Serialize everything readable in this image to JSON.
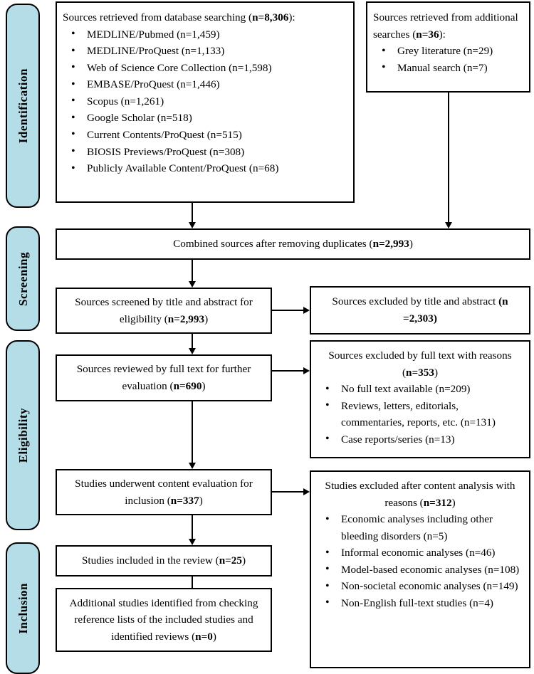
{
  "diagram": {
    "type": "prisma-flow-diagram",
    "accent_color": "#b5dde8",
    "border_color": "#000000",
    "background_color": "#ffffff"
  },
  "stages": [
    {
      "id": "identification",
      "label": "Identification"
    },
    {
      "id": "screening",
      "label": "Screening"
    },
    {
      "id": "eligibility",
      "label": "Eligibility"
    },
    {
      "id": "inclusion",
      "label": "Inclusion"
    }
  ],
  "boxes": {
    "database_search": {
      "title_html": "Sources retrieved from database searching (<b>n=8,306</b>):",
      "items": [
        "MEDLINE/Pubmed (n=1,459)",
        "MEDLINE/ProQuest (n=1,133)",
        "Web of Science Core Collection (n=1,598)",
        "EMBASE/ProQuest (n=1,446)",
        "Scopus (n=1,261)",
        "Google Scholar (n=518)",
        "Current Contents/ProQuest (n=515)",
        "BIOSIS Previews/ProQuest (n=308)",
        "Publicly Available Content/ProQuest (n=68)"
      ]
    },
    "additional_search": {
      "title_html": "Sources retrieved from additional searches (<b>n=36</b>):",
      "items": [
        "Grey literature (n=29)",
        "Manual search (n=7)"
      ]
    },
    "combined": {
      "title_html": "Combined sources after removing duplicates (<b>n=2,993</b>)"
    },
    "screened": {
      "title_html": "Sources screened by title and abstract for eligibility (<b>n=2,993</b>)"
    },
    "excluded_title_abstract": {
      "title_html": "Sources excluded by title and abstract <b>(n =2,303)</b>"
    },
    "fulltext_reviewed": {
      "title_html": "Sources reviewed by full text for further evaluation (<b>n=690</b>)"
    },
    "excluded_fulltext": {
      "title_html": "Sources excluded by full text with reasons (<b>n=353</b>)",
      "items": [
        "No full text available (n=209)",
        "Reviews, letters, editorials, commentaries, reports, etc. (n=131)",
        "Case reports/series (n=13)"
      ]
    },
    "content_evaluation": {
      "title_html": "Studies underwent content evaluation for inclusion (<b>n=337</b>)"
    },
    "excluded_content": {
      "title_html": "Studies excluded after content analysis with reasons (<b>n=312</b>)",
      "items": [
        "Economic analyses including other bleeding disorders (n=5)",
        "Informal economic analyses (n=46)",
        "Model-based economic analyses (n=108)",
        "Non-societal economic analyses (n=149)",
        "Non-English full-text studies (n=4)"
      ]
    },
    "included": {
      "title_html": "Studies included in the review (<b>n=25</b>)"
    },
    "additional_identified": {
      "title_html": "Additional studies identified from checking reference lists of the included studies and identified reviews (<b>n=0</b>)"
    }
  },
  "arrows": [
    {
      "id": "database-to-combined",
      "direction": "down"
    },
    {
      "id": "additional-to-combined",
      "direction": "down"
    },
    {
      "id": "combined-to-screened",
      "direction": "down"
    },
    {
      "id": "screened-to-excluded-title-abstract",
      "direction": "right"
    },
    {
      "id": "screened-to-fulltext",
      "direction": "down"
    },
    {
      "id": "fulltext-to-excluded-fulltext",
      "direction": "right"
    },
    {
      "id": "fulltext-to-content-evaluation",
      "direction": "down"
    },
    {
      "id": "content-evaluation-to-excluded-content",
      "direction": "right"
    },
    {
      "id": "content-evaluation-to-included",
      "direction": "down"
    },
    {
      "id": "included-to-additional",
      "direction": "down"
    }
  ]
}
